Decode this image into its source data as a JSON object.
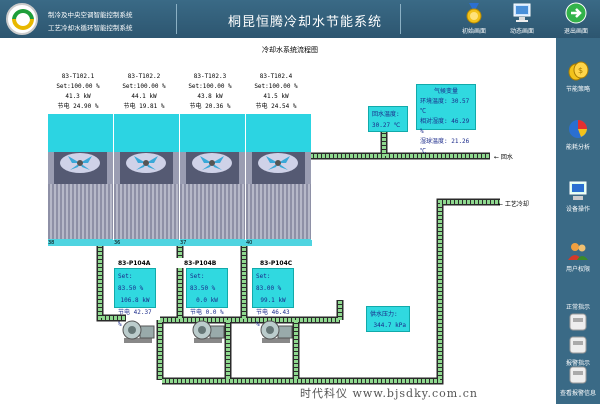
{
  "header": {
    "subtitle_1": "制冷及中央空调智能控制系统",
    "subtitle_2": "工艺冷却水循环智能控制系统",
    "title": "桐昆恒腾冷却水节能系统",
    "buttons": [
      {
        "label": "初始画面",
        "icon": "medal-icon"
      },
      {
        "label": "动态画面",
        "icon": "monitor-icon"
      },
      {
        "label": "退出画面",
        "icon": "exit-arrow-icon"
      }
    ]
  },
  "sidebar": {
    "items": [
      {
        "label": "节能策略",
        "icon": "coins-icon"
      },
      {
        "label": "能耗分析",
        "icon": "pie-chart-icon"
      },
      {
        "label": "设备操作",
        "icon": "computer-icon"
      },
      {
        "label": "用户权限",
        "icon": "users-icon"
      },
      {
        "label": "正常指示",
        "icon": "device-icon"
      },
      {
        "label": "报警指示",
        "icon": "device-icon"
      },
      {
        "label": "查看报警信息",
        "icon": "device-icon"
      }
    ]
  },
  "flow_title": "冷却水系统流程图",
  "towers": [
    {
      "id": "83-T102.1",
      "set": "Set:100.00 %",
      "freq": "41.3   kW",
      "saving": "节电 24.90 %",
      "tag": "38"
    },
    {
      "id": "83-T102.2",
      "set": "Set:100.00 %",
      "freq": "44.1   kW",
      "saving": "节电 19.81 %",
      "tag": "36"
    },
    {
      "id": "83-T102.3",
      "set": "Set:100.00 %",
      "freq": "43.8   kW",
      "saving": "节电 20.36 %",
      "tag": "37"
    },
    {
      "id": "83-T102.4",
      "set": "Set:100.00 %",
      "freq": "41.5   kW",
      "saving": "节电 24.54 %",
      "tag": "40"
    }
  ],
  "return_temp": {
    "label": "回水温度:",
    "value": "30.27  ℃"
  },
  "weather": {
    "title": "气候变量",
    "lines": [
      "环境温度: 30.57 ℃",
      "相对湿度: 46.29 %",
      "湿球温度: 21.26 ℃"
    ]
  },
  "pipe_labels": {
    "return": "← 回水",
    "process": "← 工艺冷却"
  },
  "pumps": [
    {
      "id": "83-P104A",
      "set": "Set: 83.50 %",
      "power": "106.8  kW",
      "saving": "节电 42.37 %"
    },
    {
      "id": "83-P104B",
      "set": "Set: 83.50 %",
      "power": "0.0   kW",
      "saving": "节电  0.0  %"
    },
    {
      "id": "83-P104C",
      "set": "Set: 83.00 %",
      "power": "99.1   kW",
      "saving": "节电 46.43 %"
    }
  ],
  "supply_pressure": {
    "label": "供水压力:",
    "value": "344.7 kPa"
  },
  "watermark": "时代科仪 www.bjsdky.com.cn",
  "colors": {
    "header": "#3a6a86",
    "panel": "#30d9e0",
    "pipe": "#6db86d",
    "text_value": "#1a2a8a"
  }
}
